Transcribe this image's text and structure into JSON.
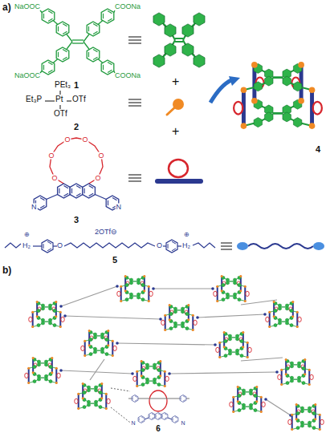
{
  "diagram": {
    "labels": [
      "a)",
      "NaOOC",
      "COONa",
      "NaOOC",
      "COONa",
      "1",
      "PEt₃",
      "Et₃P",
      "Pt",
      "OTf",
      "OTf",
      "2",
      "+",
      "+",
      "O",
      "O",
      "O",
      "O",
      "O",
      "O",
      "N",
      "N",
      "3",
      "4",
      "⊕",
      "H₂",
      "O",
      "2OTf⊖",
      "O",
      "⊕",
      "H₂",
      "5",
      "b)",
      "N",
      "N",
      "6"
    ]
  }
}
